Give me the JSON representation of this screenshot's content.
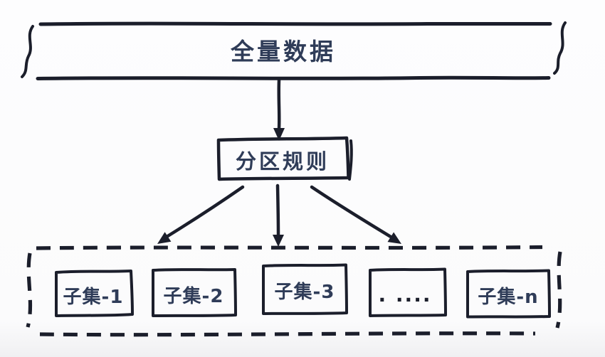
{
  "diagram": {
    "type": "flow",
    "description": "hand-drawn partition diagram",
    "nodes": {
      "full_data": {
        "label": "全量数据"
      },
      "partition_rule": {
        "label": "分区规则"
      },
      "subsets": [
        {
          "label": "子集-1"
        },
        {
          "label": "子集-2"
        },
        {
          "label": "子集-3"
        },
        {
          "label": ". ...."
        },
        {
          "label": "子集-n"
        }
      ]
    },
    "edges": [
      {
        "from": "full_data",
        "to": "partition_rule"
      },
      {
        "from": "partition_rule",
        "to": "subsets_container_left"
      },
      {
        "from": "partition_rule",
        "to": "subsets_container_middle"
      },
      {
        "from": "partition_rule",
        "to": "subsets_container_right"
      }
    ],
    "colors": {
      "ink": "#1b1e2b",
      "text_ink": "#2f3c58",
      "background": "#fcfcfd"
    }
  }
}
